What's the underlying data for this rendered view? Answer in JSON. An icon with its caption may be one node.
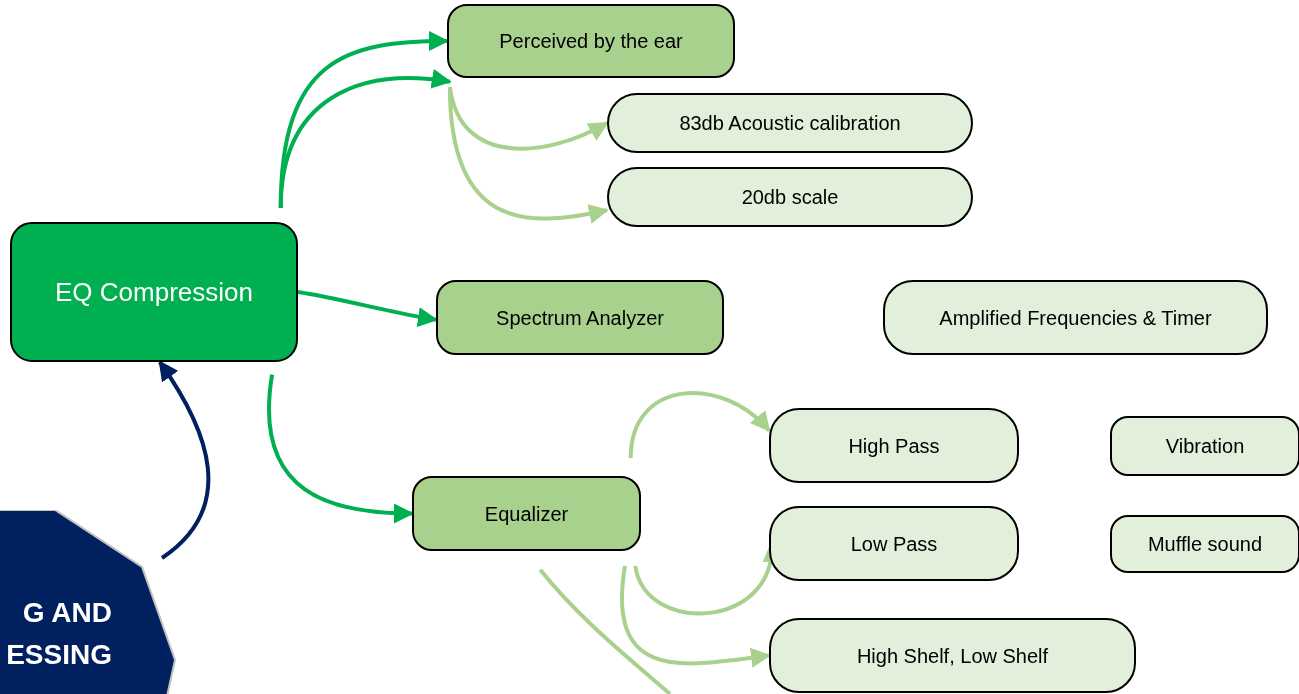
{
  "diagram": {
    "nodes": [
      {
        "text": [
          "EQ Compression"
        ]
      },
      {
        "text": [
          "Perceived by the ear"
        ]
      },
      {
        "text": [
          "83db Acoustic calibration"
        ]
      },
      {
        "text": [
          "20db scale"
        ]
      },
      {
        "text": [
          "Spectrum Analyzer"
        ]
      },
      {
        "text": [
          "Amplified Frequencies & Timer"
        ]
      },
      {
        "text": [
          "Equalizer"
        ]
      },
      {
        "text": [
          "High Pass"
        ]
      },
      {
        "text": [
          "Vibration"
        ]
      },
      {
        "text": [
          "Low Pass"
        ]
      },
      {
        "text": [
          "Muffle sound"
        ]
      },
      {
        "text": [
          "High Shelf, Low Shelf"
        ]
      },
      {
        "text": [
          "G AND ESSING"
        ]
      }
    ],
    "edges": [
      {
        "from": 0,
        "to": 1,
        "arrow": "to",
        "color": "#00b050"
      },
      {
        "from": 0,
        "to": 1,
        "arrow": "to",
        "color": "#00b050"
      },
      {
        "from": 1,
        "to": 2,
        "arrow": "to"
      },
      {
        "from": 1,
        "to": 3,
        "arrow": "to"
      },
      {
        "from": 0,
        "to": 4,
        "arrow": "to",
        "color": "#00b050"
      },
      {
        "from": 0,
        "to": 6,
        "arrow": "to",
        "color": "#00b050"
      },
      {
        "from": 12,
        "to": 0,
        "arrow": "to",
        "color": "#002060"
      },
      {
        "from": 6,
        "to": 7,
        "arrow": "to"
      },
      {
        "from": 6,
        "to": 9,
        "arrow": "to"
      },
      {
        "from": 6,
        "to": 11,
        "arrow": "to"
      },
      {
        "from": 6,
        "to": null,
        "arrow": "none"
      }
    ]
  }
}
